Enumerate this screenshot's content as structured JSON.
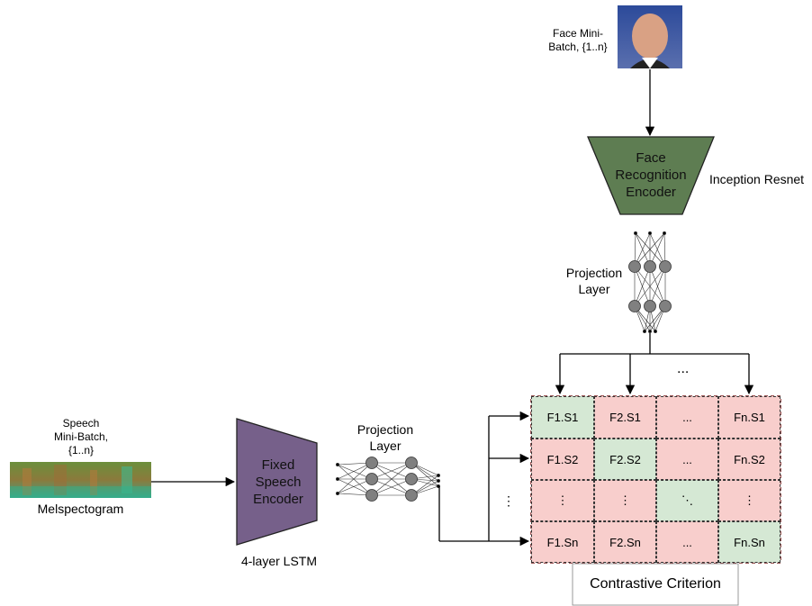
{
  "face_input": {
    "label": "Face Mini-\nBatch, {1..n}"
  },
  "face_encoder": {
    "label": "Face\nRecognition\nEncoder",
    "model": "Inception Resnet"
  },
  "face_projection": {
    "label": "Projection\nLayer"
  },
  "speech_input": {
    "label": "Speech\nMini-Batch,\n{1..n}",
    "caption": "Melspectogram"
  },
  "speech_encoder": {
    "label": "Fixed\nSpeech\nEncoder",
    "model": "4-layer LSTM"
  },
  "speech_projection": {
    "label": "Projection\nLayer"
  },
  "matrix": {
    "col_ellipsis": "...",
    "row_ellipsis": "⋮",
    "rows": [
      [
        "F1.S1",
        "F2.S1",
        "...",
        "Fn.S1"
      ],
      [
        "F1.S2",
        "F2.S2",
        "...",
        "Fn.S2"
      ],
      [
        "⋮",
        "⋮",
        "⋱",
        "⋮"
      ],
      [
        "F1.Sn",
        "F2.Sn",
        "...",
        "Fn.Sn"
      ]
    ],
    "diagonal": [
      [
        0,
        0
      ],
      [
        1,
        1
      ],
      [
        2,
        2
      ],
      [
        3,
        3
      ]
    ]
  },
  "criterion": {
    "label": "Contrastive Criterion"
  },
  "colors": {
    "face_encoder_fill": "#5e7d52",
    "speech_encoder_fill": "#76608a",
    "match_fill": "#d5e8d4",
    "nonmatch_fill": "#f8cecc",
    "node_fill": "#808080"
  }
}
